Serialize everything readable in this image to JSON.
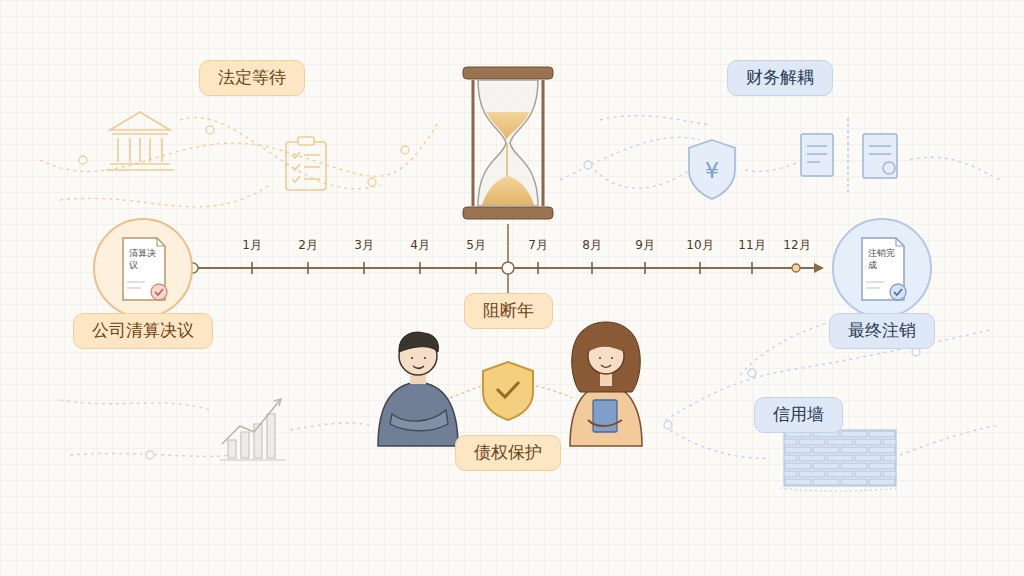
{
  "diagram": {
    "nodes": [
      {
        "text": [
          "法定等待"
        ]
      },
      {
        "text": [
          "财务解耦"
        ]
      },
      {
        "text": [
          "清算决议"
        ]
      },
      {
        "text": [
          "注销完成"
        ]
      },
      {
        "text": [
          "公司清算决议"
        ]
      },
      {
        "text": [
          "阻断年"
        ]
      },
      {
        "text": [
          "最终注销"
        ]
      },
      {
        "text": [
          "信用墙"
        ]
      },
      {
        "text": [
          "债权保护"
        ]
      }
    ],
    "edges": [
      {
        "from": 2,
        "to": 3,
        "arrow": "to"
      }
    ],
    "labels": [
      "1月",
      "2月",
      "3月",
      "4月",
      "5月",
      "7月",
      "8月",
      "9月",
      "10月",
      "11月",
      "12月",
      "¥"
    ]
  }
}
